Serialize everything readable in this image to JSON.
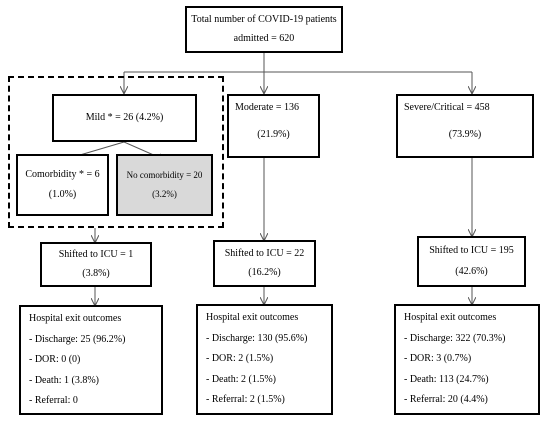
{
  "total": {
    "line1": "Total number of COVID-19 patients",
    "line2": "admitted = 620"
  },
  "mild": {
    "text": "Mild * = 26 (4.2%)"
  },
  "comorbidity": {
    "line1": "Comorbidity * = 6",
    "line2": "(1.0%)"
  },
  "no_comorbidity": {
    "line1": "No comorbidity = 20",
    "line2": "(3.2%)"
  },
  "moderate": {
    "line1": "Moderate = 136",
    "line2": "(21.9%)"
  },
  "severe": {
    "line1": "Severe/Critical = 458",
    "line2": "(73.9%)"
  },
  "icu": [
    {
      "line1": "Shifted to ICU = 1",
      "line2": "(3.8%)"
    },
    {
      "line1": "Shifted to ICU = 22",
      "line2": "(16.2%)"
    },
    {
      "line1": "Shifted to ICU = 195",
      "line2": "(42.6%)"
    }
  ],
  "outcomes": [
    {
      "title": "Hospital exit outcomes",
      "items": [
        "- Discharge: 25 (96.2%)",
        "- DOR: 0 (0)",
        "- Death: 1 (3.8%)",
        "- Referral: 0"
      ]
    },
    {
      "title": "Hospital exit outcomes",
      "items": [
        "- Discharge: 130 (95.6%)",
        "- DOR: 2 (1.5%)",
        "- Death: 2 (1.5%)",
        "- Referral: 2 (1.5%)"
      ]
    },
    {
      "title": "Hospital exit outcomes",
      "items": [
        "- Discharge: 322 (70.3%)",
        "- DOR: 3 (0.7%)",
        "- Death: 113 (24.7%)",
        "- Referral: 20 (4.4%)"
      ]
    }
  ]
}
